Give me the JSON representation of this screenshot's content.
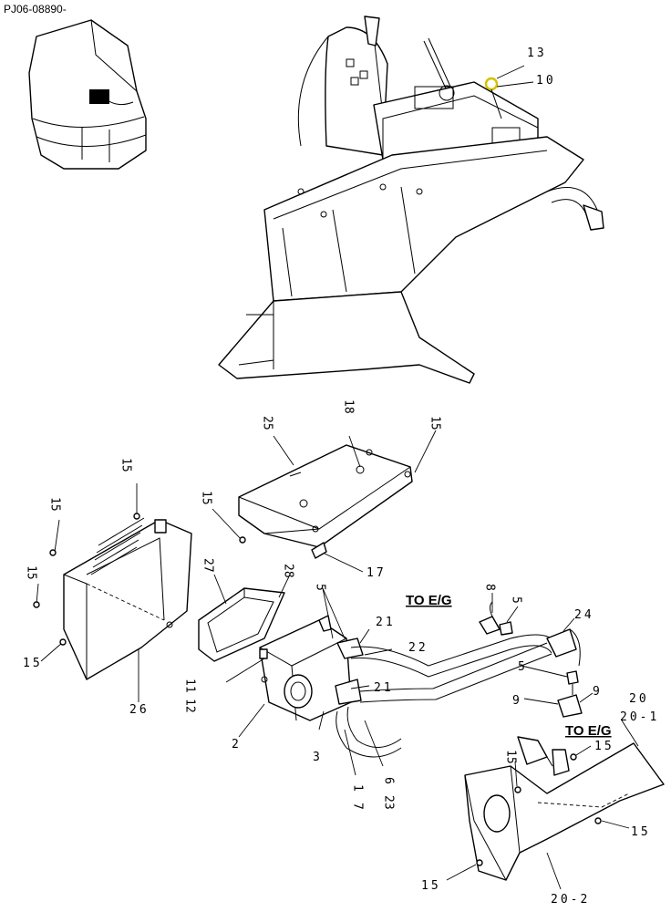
{
  "diagram": {
    "reference_code": "PJ06-08890-",
    "destinations": {
      "to_eg_upper": "TO E/G",
      "to_eg_lower": "TO E/G"
    },
    "highlight_color": "#d4c000",
    "labels": {
      "p13": "13",
      "p10": "10",
      "p18": "18",
      "p25": "25",
      "p15_cover_right": "15",
      "p15_cover_left": "15",
      "p15_duct_top": "15",
      "p15_duct_left_upper": "15",
      "p15_duct_left_lower": "15",
      "p15_duct_bottom": "15",
      "p27": "27",
      "p28": "28",
      "p17": "17",
      "p26": "26",
      "p11": "11",
      "p12": "12",
      "p2": "2",
      "p3": "3",
      "p5_upper": "5",
      "p5_tag": "5",
      "p5_right": "5",
      "p21_upper": "21",
      "p22": "22",
      "p21_lower": "21",
      "p8": "8",
      "p24": "24",
      "p9_left": "9",
      "p9_right": "9",
      "p20": "20",
      "p20_1": "20-1",
      "p1": "1",
      "p7": "7",
      "p6": "6",
      "p23": "23",
      "p15_bracket_top": "15",
      "p15_bracket_left": "15",
      "p15_bracket_right": "15",
      "p15_bracket_bottom": "15",
      "p20_2": "20-2"
    }
  }
}
